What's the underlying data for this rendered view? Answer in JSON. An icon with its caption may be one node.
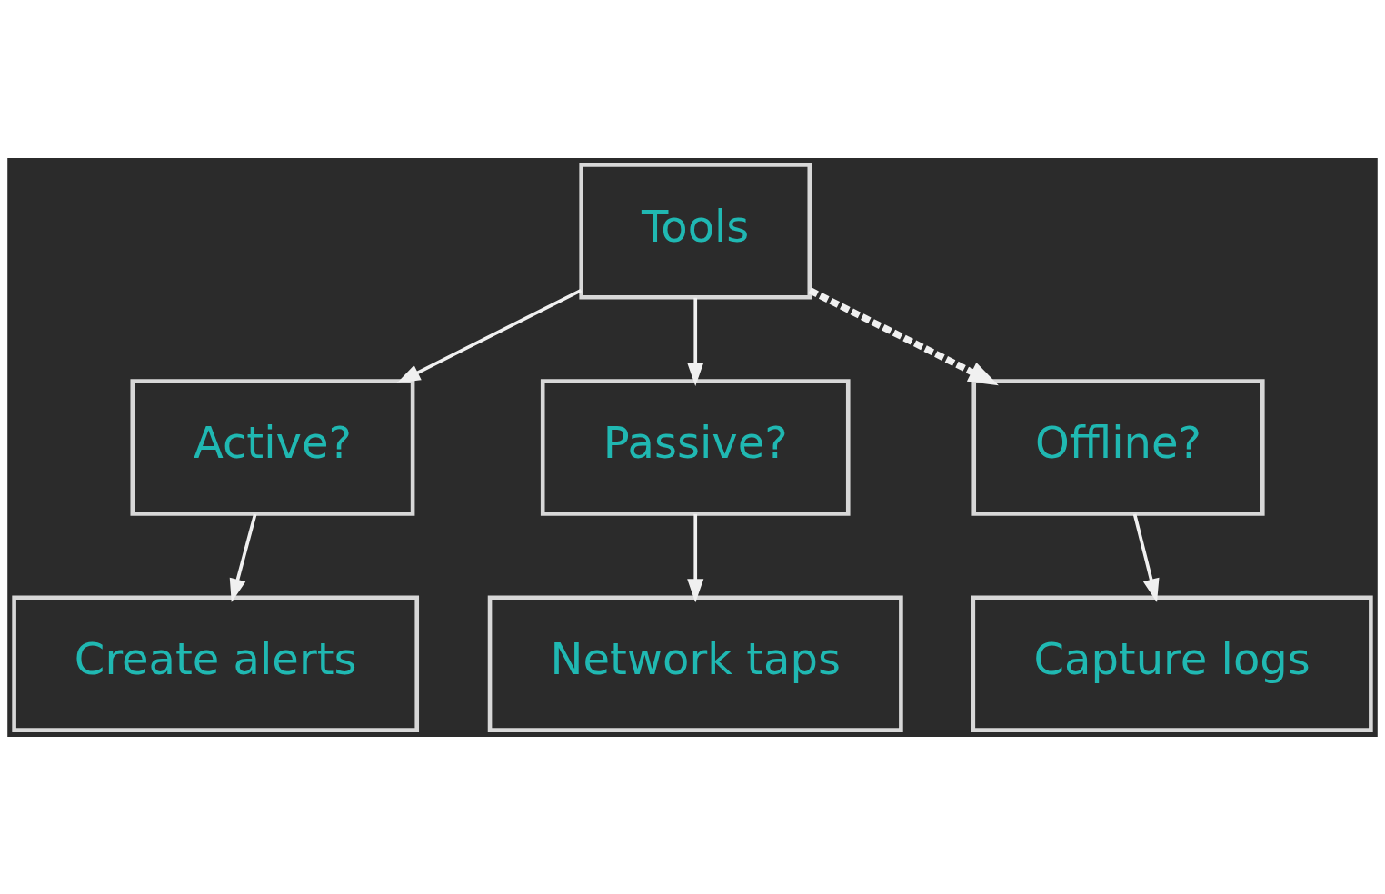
{
  "diagram": {
    "nodes": [
      {
        "text": [
          "Tools"
        ]
      },
      {
        "text": [
          "Active?"
        ]
      },
      {
        "text": [
          "Passive?"
        ]
      },
      {
        "text": [
          "Offline?"
        ]
      },
      {
        "text": [
          "Create alerts"
        ]
      },
      {
        "text": [
          "Network taps"
        ]
      },
      {
        "text": [
          "Capture logs"
        ]
      }
    ],
    "edges": [
      {
        "from": 0,
        "to": 1,
        "arrow": "to"
      },
      {
        "from": 0,
        "to": 2,
        "arrow": "to"
      },
      {
        "from": 0,
        "to": 3,
        "arrow": "to",
        "style": "dashed"
      },
      {
        "from": 1,
        "to": 4,
        "arrow": "to"
      },
      {
        "from": 2,
        "to": 5,
        "arrow": "to"
      },
      {
        "from": 3,
        "to": 6,
        "arrow": "to"
      }
    ]
  }
}
